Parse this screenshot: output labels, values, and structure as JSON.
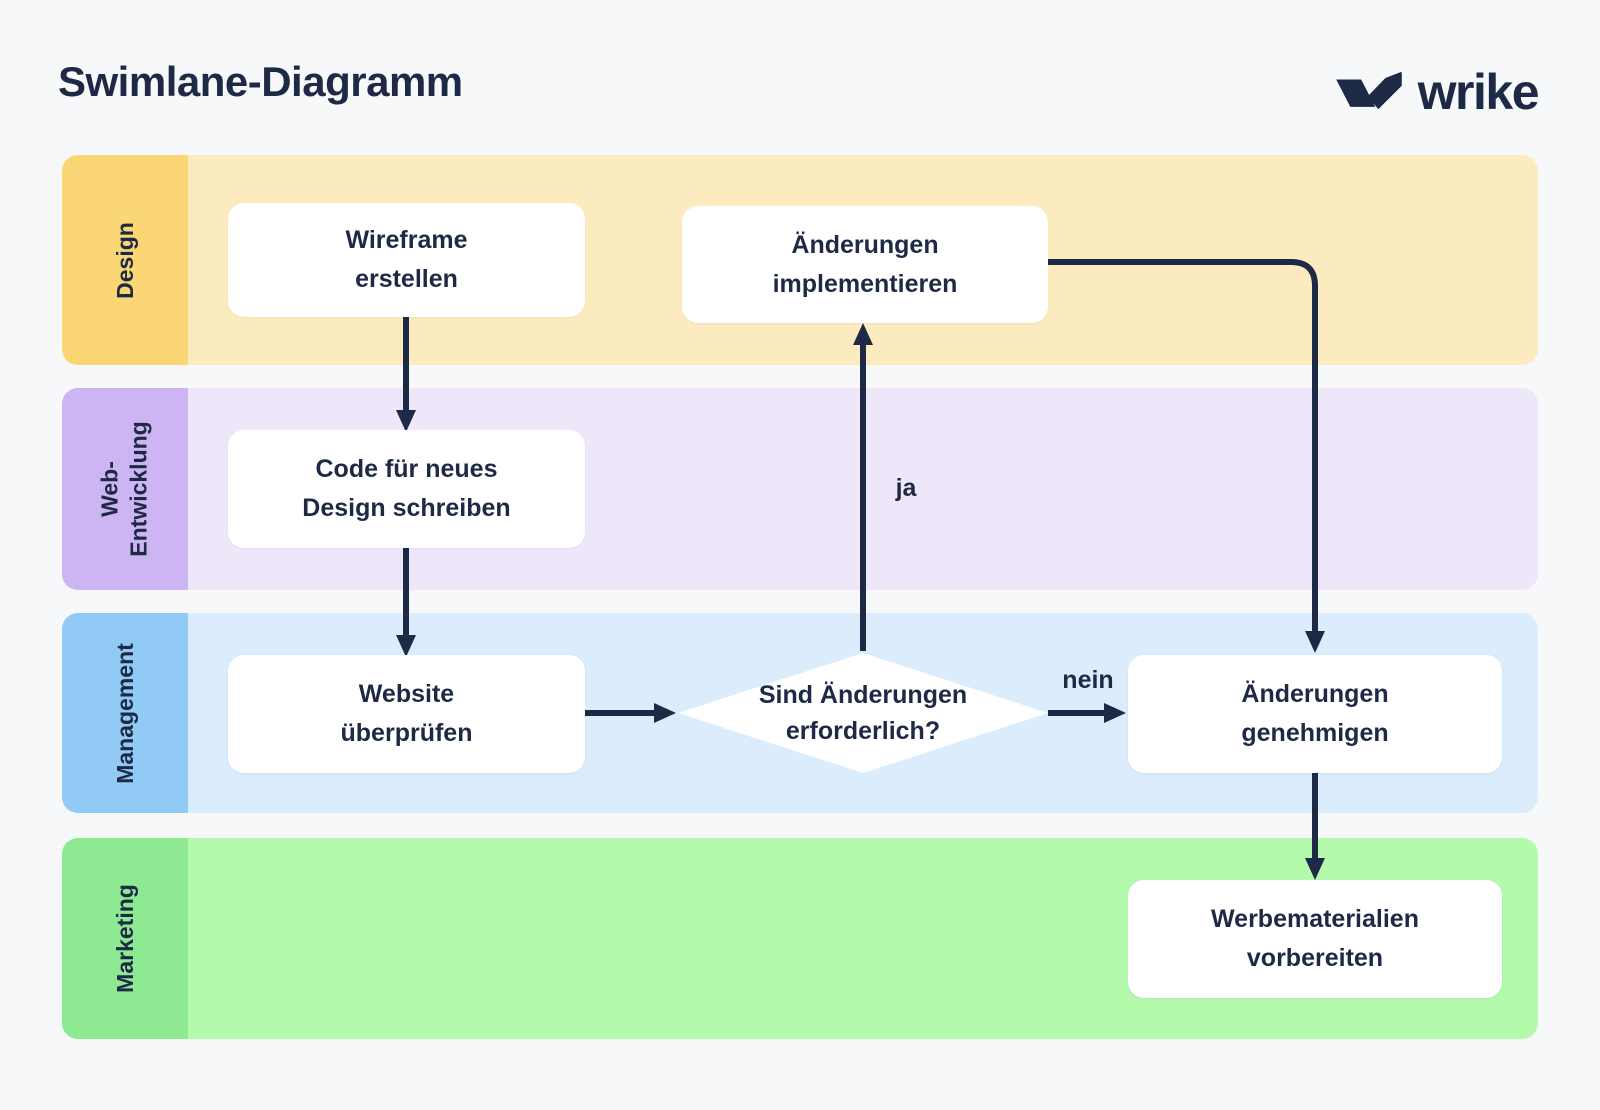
{
  "page": {
    "title": "Swimlane-Diagramm",
    "background_color": "#F7F8FA",
    "ink_color": "#1E2A45"
  },
  "brand": {
    "name": "wrike"
  },
  "lanes": [
    {
      "label": "Design",
      "header_color": "#FAD674",
      "body_color": "#FDEBC0"
    },
    {
      "label": "Web-\nEntwicklung",
      "header_color": "#CDB4F2",
      "body_color": "#EEE7FA"
    },
    {
      "label": "Management",
      "header_color": "#90CAF5",
      "body_color": "#DBEDFC"
    },
    {
      "label": "Marketing",
      "header_color": "#8DE992",
      "body_color": "#B4FAAD"
    }
  ],
  "nodes": {
    "wireframe": {
      "label": "Wireframe\nerstellen",
      "lane": "Design",
      "shape": "rect"
    },
    "implement": {
      "label": "Änderungen\nimplementieren",
      "lane": "Design",
      "shape": "rect"
    },
    "code": {
      "label": "Code für neues\nDesign schreiben",
      "lane": "Web-Entwicklung",
      "shape": "rect"
    },
    "review": {
      "label": "Website\nüberprüfen",
      "lane": "Management",
      "shape": "rect"
    },
    "decision": {
      "label": "Sind Änderungen\nerforderlich?",
      "lane": "Management",
      "shape": "diamond"
    },
    "approve": {
      "label": "Änderungen\ngenehmigen",
      "lane": "Management",
      "shape": "rect"
    },
    "prepare": {
      "label": "Werbematerialien\nvorbereiten",
      "lane": "Marketing",
      "shape": "rect"
    }
  },
  "edge_labels": {
    "yes": "ja",
    "no": "nein"
  },
  "connections": [
    {
      "from": "wireframe",
      "to": "code",
      "label": ""
    },
    {
      "from": "code",
      "to": "review",
      "label": ""
    },
    {
      "from": "review",
      "to": "decision",
      "label": ""
    },
    {
      "from": "decision",
      "to": "implement",
      "label": "ja"
    },
    {
      "from": "decision",
      "to": "approve",
      "label": "nein"
    },
    {
      "from": "implement",
      "to": "approve",
      "label": ""
    },
    {
      "from": "approve",
      "to": "prepare",
      "label": ""
    }
  ]
}
